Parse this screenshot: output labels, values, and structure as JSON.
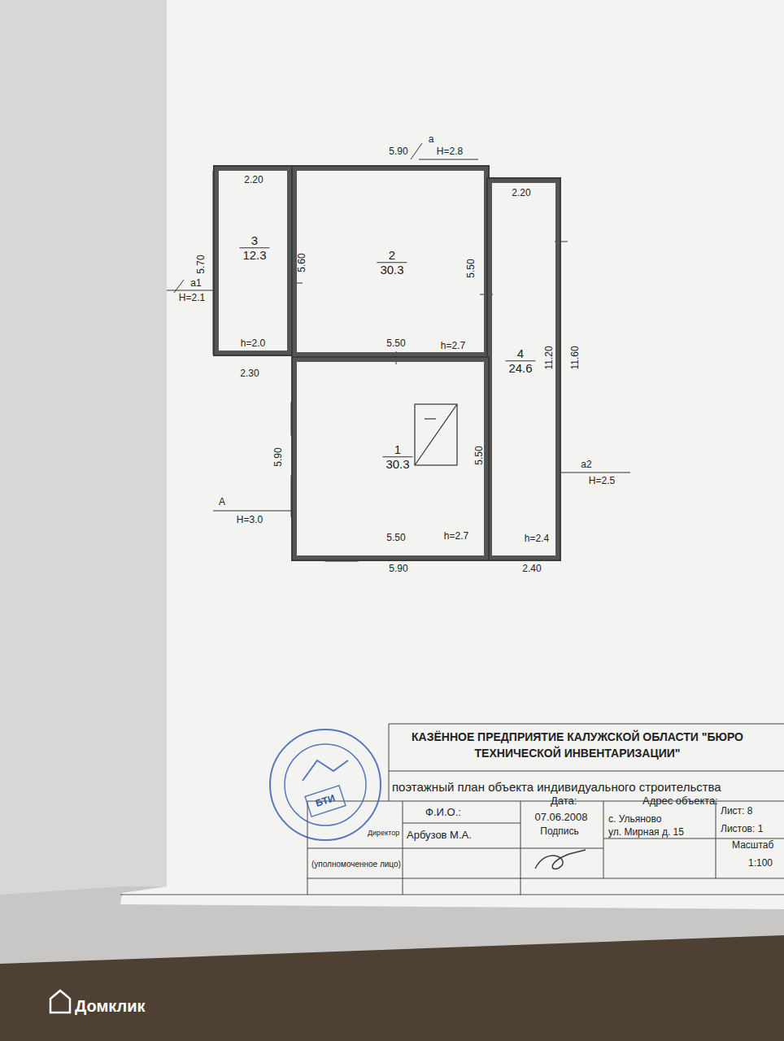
{
  "diagram": {
    "title": "КАЗЁННОЕ ПРЕДПРИЯТИЕ КАЛУЖСКОЙ ОБЛАСТИ \"БЮРО ТЕХНИЧЕСКОЙ ИНВЕНТАРИЗАЦИИ\"",
    "nodes": [
      {
        "text": [
          "3",
          "12.3"
        ]
      },
      {
        "text": [
          "2",
          "30.3"
        ]
      },
      {
        "text": [
          "4",
          "24.6"
        ]
      },
      {
        "text": [
          "1",
          "30.3"
        ]
      }
    ],
    "labels": [
      "5.90",
      "a",
      "H=2.8",
      "2.20",
      "5.70",
      "a1",
      "H=2.1",
      "5.60",
      "5.50",
      "2.20",
      "h=2.0",
      "5.50",
      "h=2.7",
      "2.30",
      "5.90",
      "A",
      "H=3.0",
      "5.50",
      "11.20",
      "11.60",
      "a2",
      "H=2.5",
      "5.50",
      "h=2.7",
      "h=2.4",
      "5.90",
      "2.40",
      "поэтажный план объекта индивидуального строительства",
      "Ф.И.О.:",
      "Дата:",
      "07.06.2008",
      "Подпись",
      "Адрес объекта:",
      "с. Ульяново",
      "ул. Мирная д. 15",
      "Лист: 8",
      "Листов: 1",
      "Масштаб",
      "1:100",
      "Директор",
      "Арбузов М.А.",
      "(уполномоченное лицо)",
      "БТИ",
      "Домклик"
    ]
  }
}
